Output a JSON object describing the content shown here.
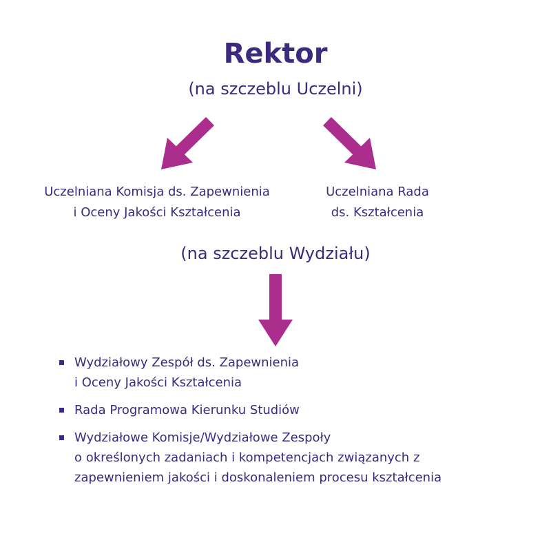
{
  "colors": {
    "text": "#3b2a7e",
    "arrow": "#ab2e8e"
  },
  "top": {
    "title": "Rektor",
    "subtitle": "(na szczeblu Uczelni)"
  },
  "branches": {
    "left": [
      "Uczelniana Komisja ds. Zapewnienia",
      "i Oceny Jakości Kształcenia"
    ],
    "right": [
      "Uczelniana Rada",
      "ds. Kształcenia"
    ]
  },
  "faculty": {
    "subtitle": "(na szczeblu Wydziału)"
  },
  "list": [
    {
      "lines": [
        "Wydziałowy Zespół ds. Zapewnienia",
        "i Oceny Jakości Kształcenia"
      ]
    },
    {
      "lines": [
        "Rada Programowa Kierunku Studiów"
      ]
    },
    {
      "lines": [
        "Wydziałowe Komisje/Wydziałowe Zespoły",
        "o określonych zadaniach i kompetencjach związanych z",
        "zapewnieniem jakości i doskonaleniem procesu kształcenia"
      ]
    }
  ]
}
